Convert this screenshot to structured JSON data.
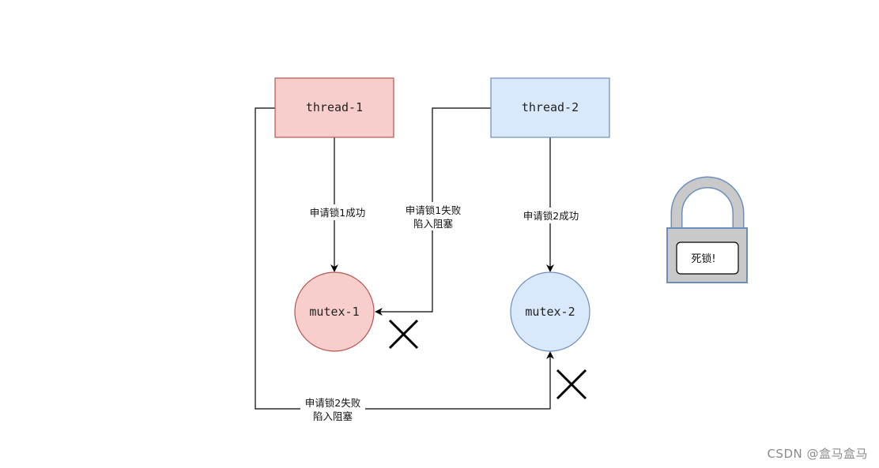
{
  "nodes": {
    "thread1": {
      "label": "thread-1",
      "fill": "#f8cecc",
      "stroke": "#b85450"
    },
    "thread2": {
      "label": "thread-2",
      "fill": "#dae8fc",
      "stroke": "#6c8ebf"
    },
    "mutex1": {
      "label": "mutex-1",
      "fill": "#f8cecc",
      "stroke": "#b85450"
    },
    "mutex2": {
      "label": "mutex-2",
      "fill": "#dae8fc",
      "stroke": "#6c8ebf"
    }
  },
  "edges": {
    "t1_m1": {
      "line1": "申请锁1成功"
    },
    "t2_m2": {
      "line1": "申请锁2成功"
    },
    "t2_m1": {
      "line1": "申请锁1失败",
      "line2": "陷入阻塞"
    },
    "t1_m2": {
      "line1": "申请锁2失败",
      "line2": "陷入阻塞"
    }
  },
  "lock": {
    "label": "死锁!",
    "body_fill": "#c9c9c9",
    "stroke": "#6c8ebf"
  },
  "watermark": "CSDN @盒马盒马"
}
